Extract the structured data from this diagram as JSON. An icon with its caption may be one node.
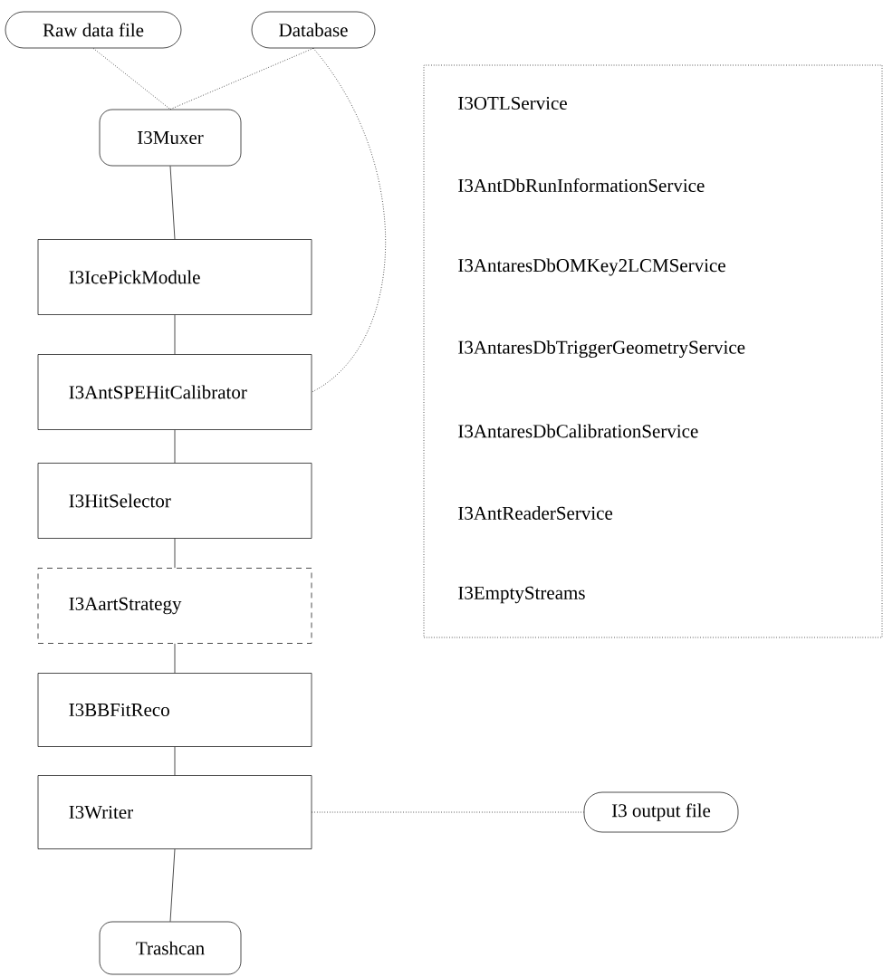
{
  "diagram": {
    "nodes": [
      {
        "text": [
          "Raw data file"
        ]
      },
      {
        "text": [
          "Database"
        ]
      },
      {
        "text": [
          "I3Muxer"
        ]
      },
      {
        "text": [
          "I3IcePickModule"
        ]
      },
      {
        "text": [
          "I3AntSPEHitCalibrator"
        ]
      },
      {
        "text": [
          "I3HitSelector"
        ]
      },
      {
        "text": [
          "I3AartStrategy"
        ]
      },
      {
        "text": [
          "I3BBFitReco"
        ]
      },
      {
        "text": [
          "I3Writer"
        ]
      },
      {
        "text": [
          "Trashcan"
        ]
      },
      {
        "text": [
          "I3 output file"
        ]
      },
      {
        "text": [
          "I3OTLService",
          "I3AntDbRunInformationService",
          "I3AntaresDbOMKey2LCMService",
          "I3AntaresDbTriggerGeometryService",
          "I3AntaresDbCalibrationService",
          "I3AntReaderService",
          "I3EmptyStreams"
        ]
      }
    ],
    "edges": [
      {
        "from": 0,
        "to": 2,
        "arrow": "none",
        "style": "dashed"
      },
      {
        "from": 1,
        "to": 2,
        "arrow": "none",
        "style": "dashed"
      },
      {
        "from": 1,
        "to": 4,
        "arrow": "none",
        "style": "dashed"
      },
      {
        "from": 2,
        "to": 3,
        "arrow": "none"
      },
      {
        "from": 3,
        "to": 4,
        "arrow": "none"
      },
      {
        "from": 4,
        "to": 5,
        "arrow": "none"
      },
      {
        "from": 5,
        "to": 6,
        "arrow": "none"
      },
      {
        "from": 6,
        "to": 7,
        "arrow": "none"
      },
      {
        "from": 7,
        "to": 8,
        "arrow": "none"
      },
      {
        "from": 8,
        "to": 9,
        "arrow": "none"
      },
      {
        "from": 8,
        "to": 10,
        "arrow": "none",
        "style": "dashed"
      }
    ]
  }
}
